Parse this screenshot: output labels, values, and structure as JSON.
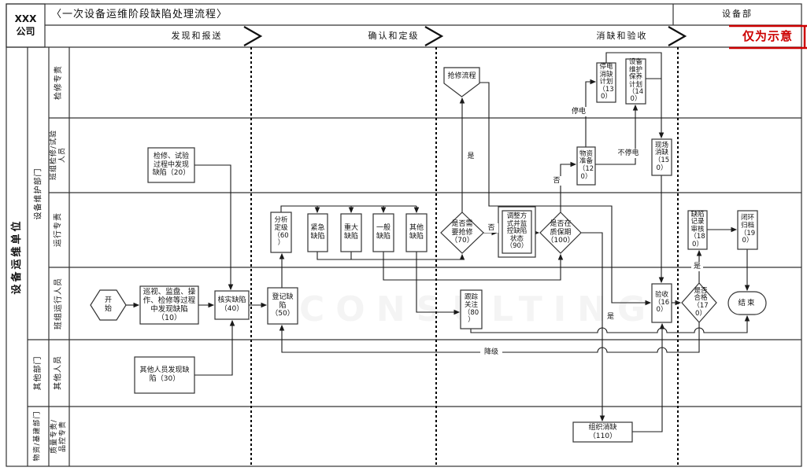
{
  "header": {
    "company": "XXX\n公司",
    "title": "〈一次设备运维阶段缺陷处理流程〉",
    "department": "设备部",
    "note": "仅为示意",
    "phases": [
      "发现和报送",
      "确认和定级",
      "消缺和验收"
    ]
  },
  "lanes": {
    "unit": "设备运维单位",
    "groups": [
      "设备维护部门",
      "其他部门",
      "物资/基建部门"
    ],
    "roles": [
      "检修专责",
      "班组检修/试验\n人员",
      "运行专责",
      "班组运行人员",
      "其他人员",
      "质量专责/\n品控专责"
    ]
  },
  "nodes": {
    "start": "开\n始",
    "n10": "巡视、监盘、操\n作、检修等过程\n中发现缺陷\n（10）",
    "n20": "检修、试验\n过程中发现\n缺陷（20）",
    "n30": "其他人员发现缺\n陷（30）",
    "n40": "核实缺陷\n（40）",
    "n50": "登记缺\n陷\n（50）",
    "n60": "分析\n定级\n（60\n）",
    "d1": "紧急\n缺陷",
    "d2": "重大\n缺陷",
    "d3": "一般\n缺陷",
    "d4": "其他\n缺陷",
    "n70": "是否需\n要抢修\n（70）",
    "rush": "抢修流程",
    "n80": "跟踪\n关注\n（80\n）",
    "n90": "调整方\n式并监\n控缺陷\n状态\n（90）",
    "n100": "是否在\n质保期\n（100）",
    "n110": "组织消缺\n（110）",
    "n120": "物资\n准备\n（12\n0）",
    "n130": "停电\n消缺\n计划\n（13\n0）",
    "n140": "设备\n维护\n保养\n计划\n（14\n0）",
    "n150": "现场\n消缺\n（15\n0）",
    "n160": "验收\n（16\n0）",
    "n170": "是否\n合格\n（17\n0）",
    "n180": "缺陷\n记录\n审核\n（18\n0）",
    "n190": "闭环\n归档\n（19\n0）",
    "end": "结束"
  },
  "labels": {
    "e70_yes": "是",
    "e70_no": "否",
    "e100_no": "否",
    "e100_yes": "是",
    "e120_poweroff": "停电",
    "e120_nopoweroff": "不停电",
    "e170_yes": "是",
    "downgrade": "降级"
  },
  "watermark": "CONSULTING",
  "colors": {
    "accent_red": "#cc0000",
    "line": "#1a1a1a"
  }
}
